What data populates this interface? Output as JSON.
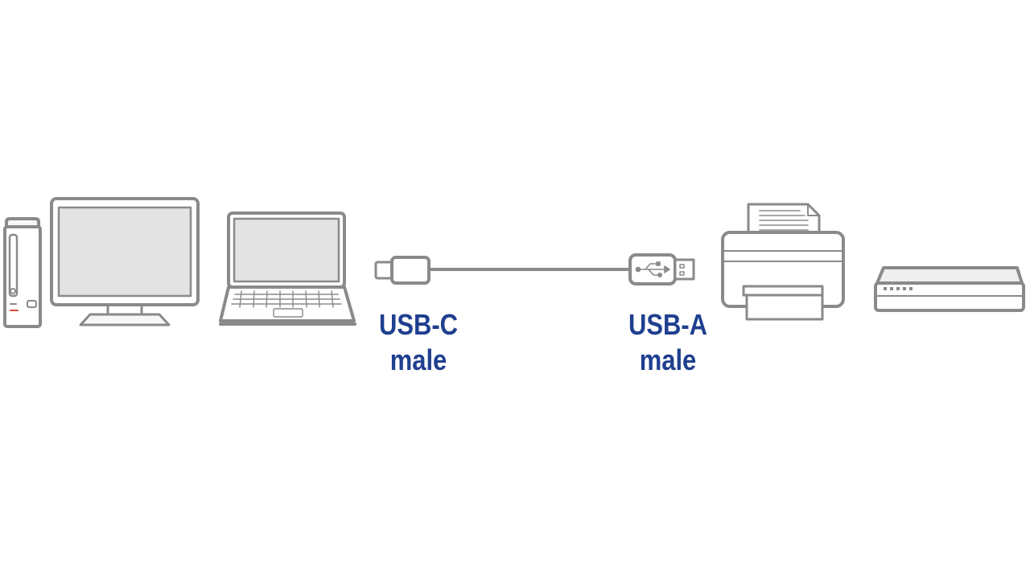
{
  "colors": {
    "outline": "#8a8a8a",
    "screen_fill": "#e3e3e3",
    "light_fill": "#f7f7f7",
    "label_text": "#1f3f8f",
    "led_red": "#d94a3a"
  },
  "devices": {
    "left": [
      "desktop-tower-icon",
      "desktop-monitor-icon",
      "laptop-icon"
    ],
    "right": [
      "printer-icon",
      "network-switch-icon"
    ]
  },
  "cable": {
    "connector_left": {
      "icon": "usb-c-plug-icon",
      "line1": "USB-C",
      "line2": "male"
    },
    "connector_right": {
      "icon": "usb-a-plug-icon",
      "line1": "USB-A",
      "line2": "male"
    }
  }
}
